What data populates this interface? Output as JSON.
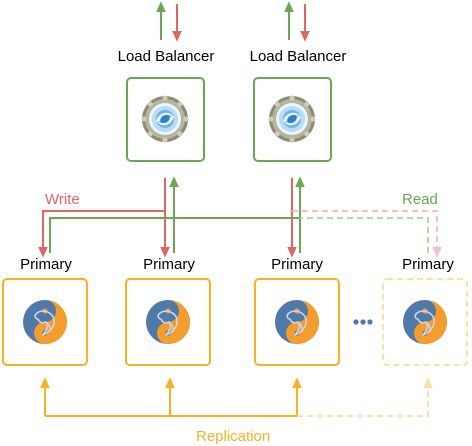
{
  "load_balancers": [
    {
      "label": "Load Balancer",
      "icon": "portal-ring-icon"
    },
    {
      "label": "Load Balancer",
      "icon": "portal-ring-icon"
    }
  ],
  "databases": [
    {
      "label": "Primary",
      "icon": "mysql-dolphin-icon",
      "style": "solid"
    },
    {
      "label": "Primary",
      "icon": "mysql-dolphin-icon",
      "style": "solid"
    },
    {
      "label": "Primary",
      "icon": "mysql-dolphin-icon",
      "style": "solid"
    },
    {
      "label": "Primary",
      "icon": "mysql-dolphin-icon",
      "style": "dashed"
    }
  ],
  "flows": {
    "write_label": "Write",
    "read_label": "Read",
    "replication_label": "Replication"
  },
  "ellipsis_icon": "ellipsis-icon",
  "colors": {
    "write": "#e06666",
    "write_faded": "#f4c2c2",
    "read": "#6aa84f",
    "read_faded": "#b6d7a8",
    "replication": "#f6b221",
    "replication_faded": "#fbe0a6",
    "lb_border": "#6aa84f",
    "db_border": "#f6b221",
    "db_border_faded": "#fbe0a6",
    "dolphin_blue": "#4f79a8",
    "dolphin_orange": "#f49c2c"
  }
}
